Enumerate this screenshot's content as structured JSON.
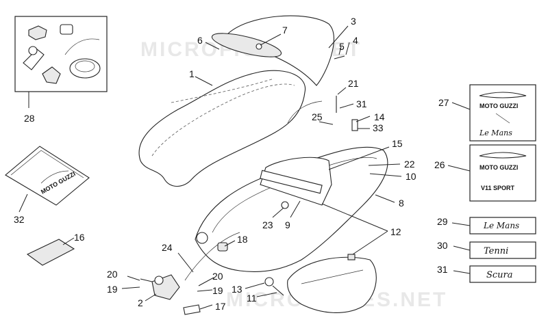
{
  "watermark": "MICROFICHES.NET",
  "callouts": {
    "c1": "1",
    "c2": "2",
    "c3": "3",
    "c4": "4",
    "c5": "5",
    "c6": "6",
    "c7": "7",
    "c8": "8",
    "c9": "9",
    "c10": "10",
    "c11": "11",
    "c12": "12",
    "c13": "13",
    "c14": "14",
    "c15": "15",
    "c16": "16",
    "c17": "17",
    "c18": "18",
    "c19a": "19",
    "c19b": "19",
    "c20a": "20",
    "c20b": "20",
    "c21": "21",
    "c22": "22",
    "c23": "23",
    "c24": "24",
    "c25": "25",
    "c26": "26",
    "c27": "27",
    "c28": "28",
    "c29": "29",
    "c30": "30",
    "c31a": "31",
    "c31b": "31",
    "c32": "32",
    "c33": "33"
  },
  "decals": {
    "brand": "MOTO GUZZI",
    "model_lemans": "Le Mans",
    "v11_sport": "V11 SPORT",
    "tenni": "Tenni",
    "scura": "Scura"
  }
}
